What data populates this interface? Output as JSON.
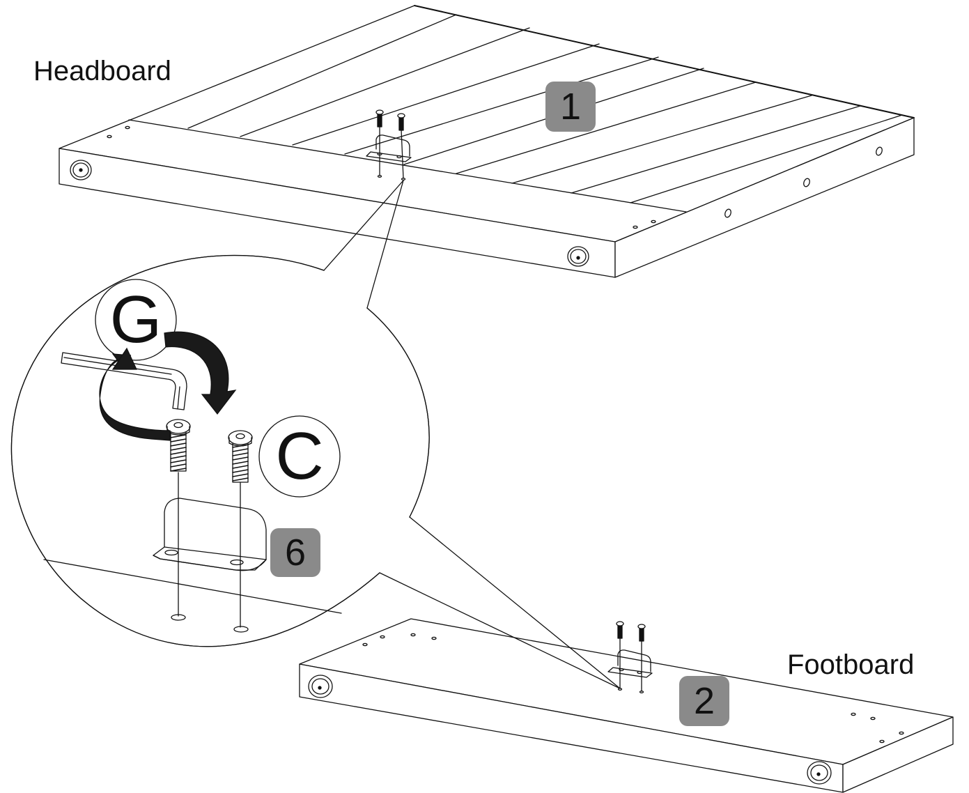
{
  "parts": {
    "headboard_label": "Headboard",
    "footboard_label": "Footboard"
  },
  "badges": {
    "headboard_part": "1",
    "footboard_part": "2",
    "bracket_part": "6"
  },
  "hardware": {
    "wrench_letter": "G",
    "bolt_letter": "C"
  },
  "colors": {
    "badge_bg": "#8a8a8a",
    "line": "#111111",
    "arrow": "#1a1a1a"
  },
  "icons": {
    "wrench": "allen-key-icon",
    "rotate": "rotation-arrow-icon",
    "bolt": "hex-socket-bolt-icon",
    "bracket": "l-bracket-icon"
  }
}
